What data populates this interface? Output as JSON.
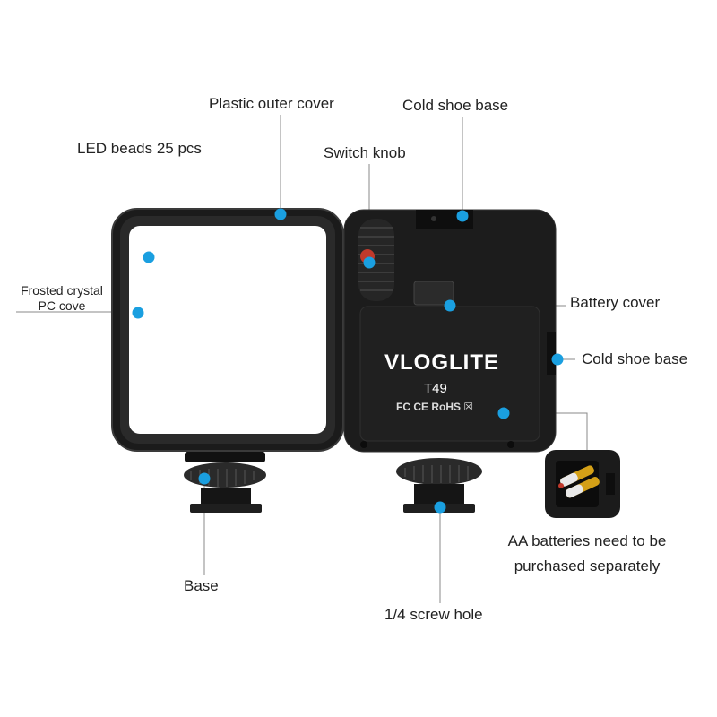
{
  "accent_color": "#1a9fe0",
  "product": {
    "brand": "VLOGLITE",
    "model": "T49",
    "certifications": "FC CE RoHS ☒"
  },
  "callouts": {
    "plastic_outer_cover": "Plastic outer cover",
    "cold_shoe_base_top": "Cold shoe base",
    "led_beads": "LED beads 25 pcs",
    "switch_knob": "Switch knob",
    "frosted_crystal_line1": "Frosted crystal",
    "frosted_crystal_line2": "PC cove",
    "battery_cover": "Battery cover",
    "cold_shoe_base_side": "Cold shoe base",
    "aa_batteries_line1": "AA batteries need to be",
    "aa_batteries_line2": "purchased separately",
    "base": "Base",
    "screw_hole": "1/4 screw hole"
  }
}
